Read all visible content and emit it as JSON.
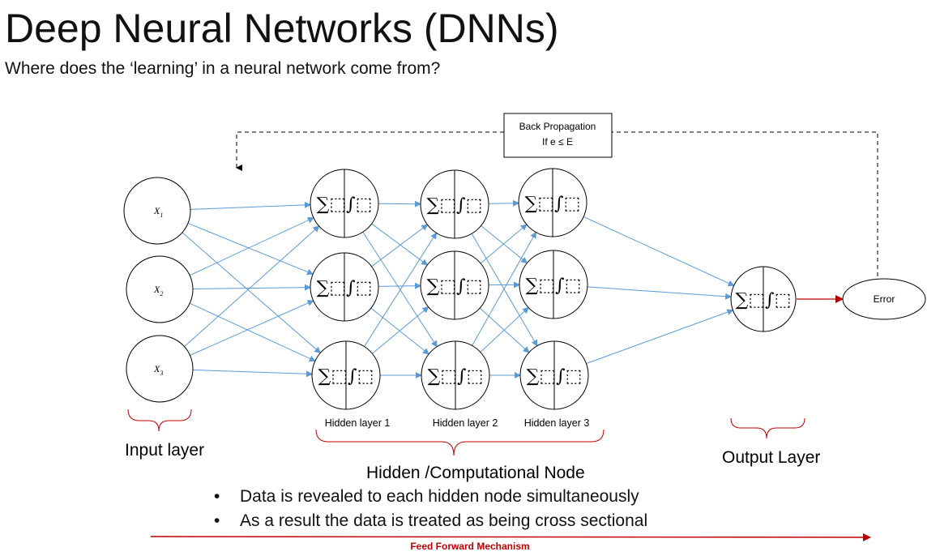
{
  "title": "Deep Neural Networks (DNNs)",
  "subtitle": "Where does the ‘learning’ in a neural network come from?",
  "inputs": [
    "X",
    "X",
    "X"
  ],
  "input_subscripts": [
    "1",
    "2",
    "3"
  ],
  "neuron_glyph": "∑⬚∫⬚",
  "backprop": {
    "line1": "Back Propagation",
    "line2": "If  e ≤ E"
  },
  "error_label": "Error",
  "hidden_labels": [
    "Hidden layer 1",
    "Hidden layer 2",
    "Hidden layer 3"
  ],
  "input_layer_label": "Input layer",
  "hidden_group_label": "Hidden /Computational Node",
  "output_layer_label": "Output Layer",
  "bullets": [
    "Data is revealed to each hidden node simultaneously",
    "As a result the data is treated as being cross sectional"
  ],
  "feed_forward_label": "Feed Forward Mechanism",
  "colors": {
    "edge": "#5b9bd5",
    "feed_forward": "#c00000",
    "stroke": "#000000"
  }
}
